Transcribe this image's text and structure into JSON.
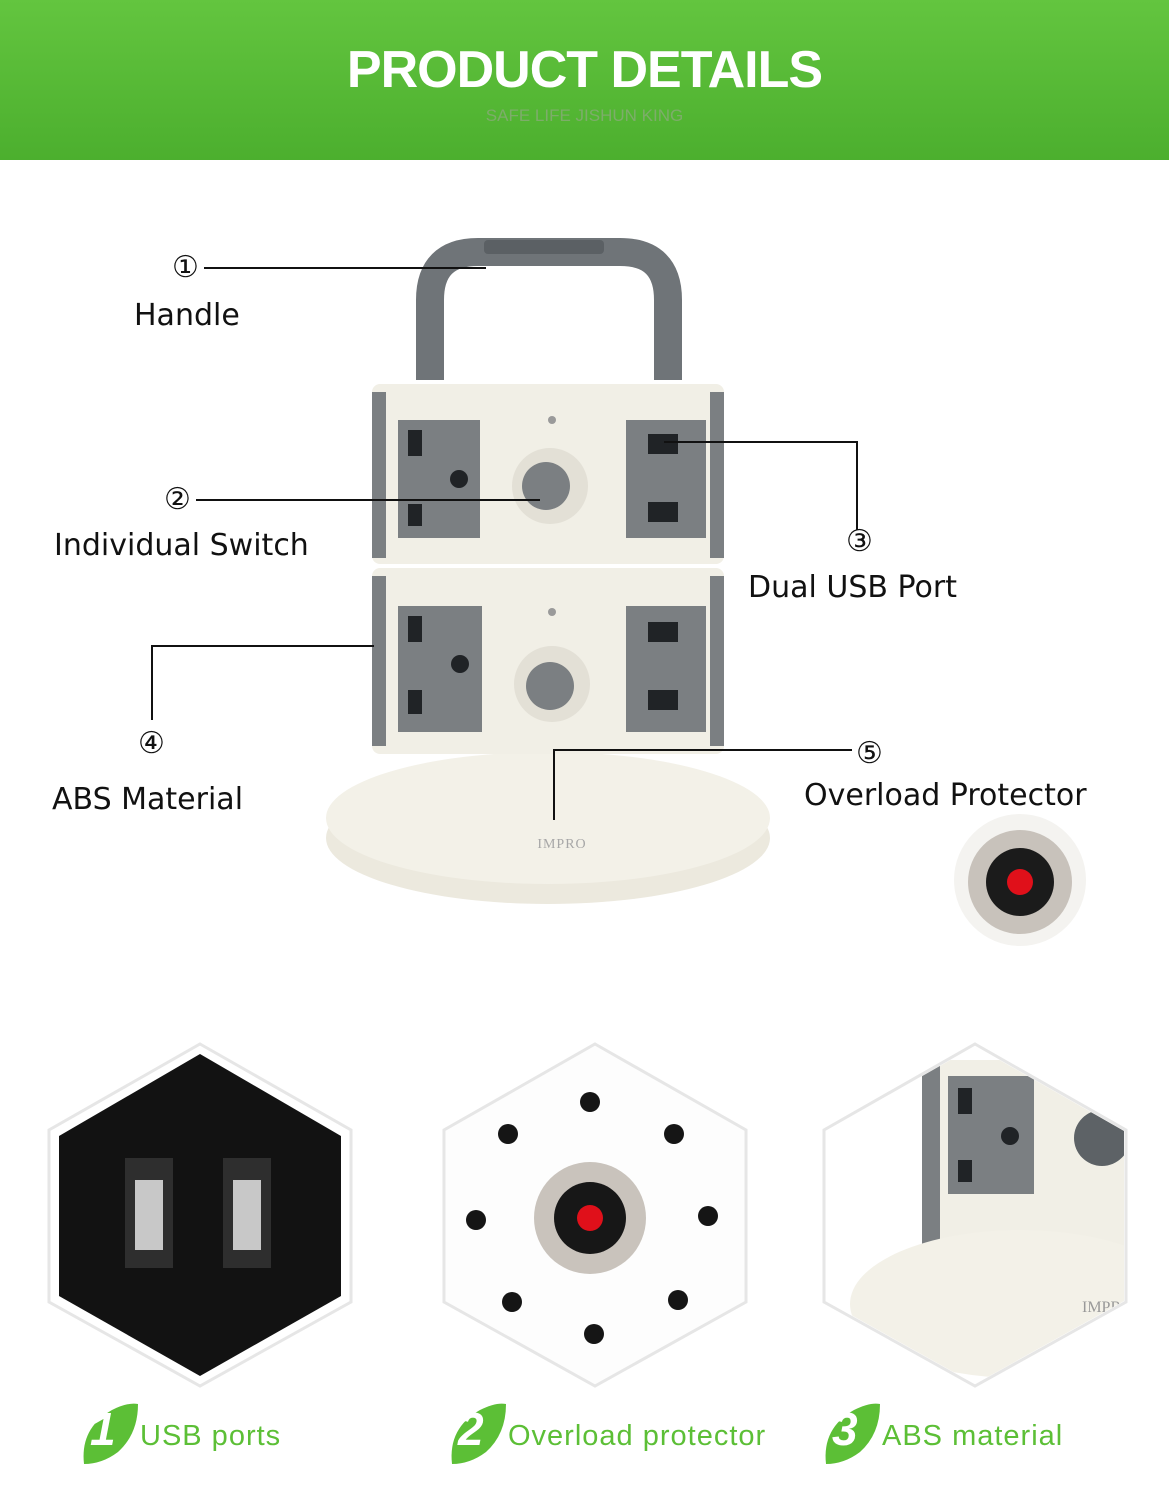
{
  "banner": {
    "title": "PRODUCT DETAILS",
    "subtitle": "SAFE LIFE JISHUN KING"
  },
  "callouts": [
    {
      "number": "①",
      "label": "Handle"
    },
    {
      "number": "②",
      "label": "Individual Switch"
    },
    {
      "number": "③",
      "label": "Dual USB Port"
    },
    {
      "number": "④",
      "label": "ABS Material"
    },
    {
      "number": "⑤",
      "label": "Overload Protector"
    }
  ],
  "brand": "IMPRO",
  "features": [
    {
      "number": "1",
      "label": "USB ports"
    },
    {
      "number": "2",
      "label": "Overload protector"
    },
    {
      "number": "3",
      "label": "ABS material"
    }
  ],
  "colors": {
    "banner_green": "#55b833",
    "accent_green": "#5cbf36",
    "panel_gray": "#7b7f82",
    "body_white": "#f1efe6",
    "indicator_red": "#e0101a"
  }
}
